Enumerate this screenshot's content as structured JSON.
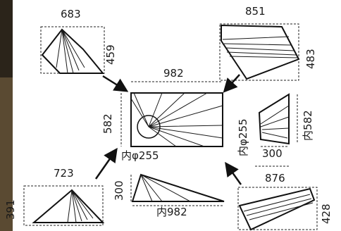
{
  "labels": {
    "top_left_width": "683",
    "top_left_height": "459",
    "top_right_width": "851",
    "top_right_height": "483",
    "center_width": "982",
    "center_height": "582",
    "center_hole": "内φ255",
    "right_hole": "内φ255",
    "right_height": "内582",
    "right_inner_width": "300",
    "right_outer_width": "876",
    "bottom_left_width": "723",
    "bottom_left_height": "391",
    "bottom_mid_height": "300",
    "bottom_mid_width": "内982",
    "bottom_right_height": "428"
  }
}
